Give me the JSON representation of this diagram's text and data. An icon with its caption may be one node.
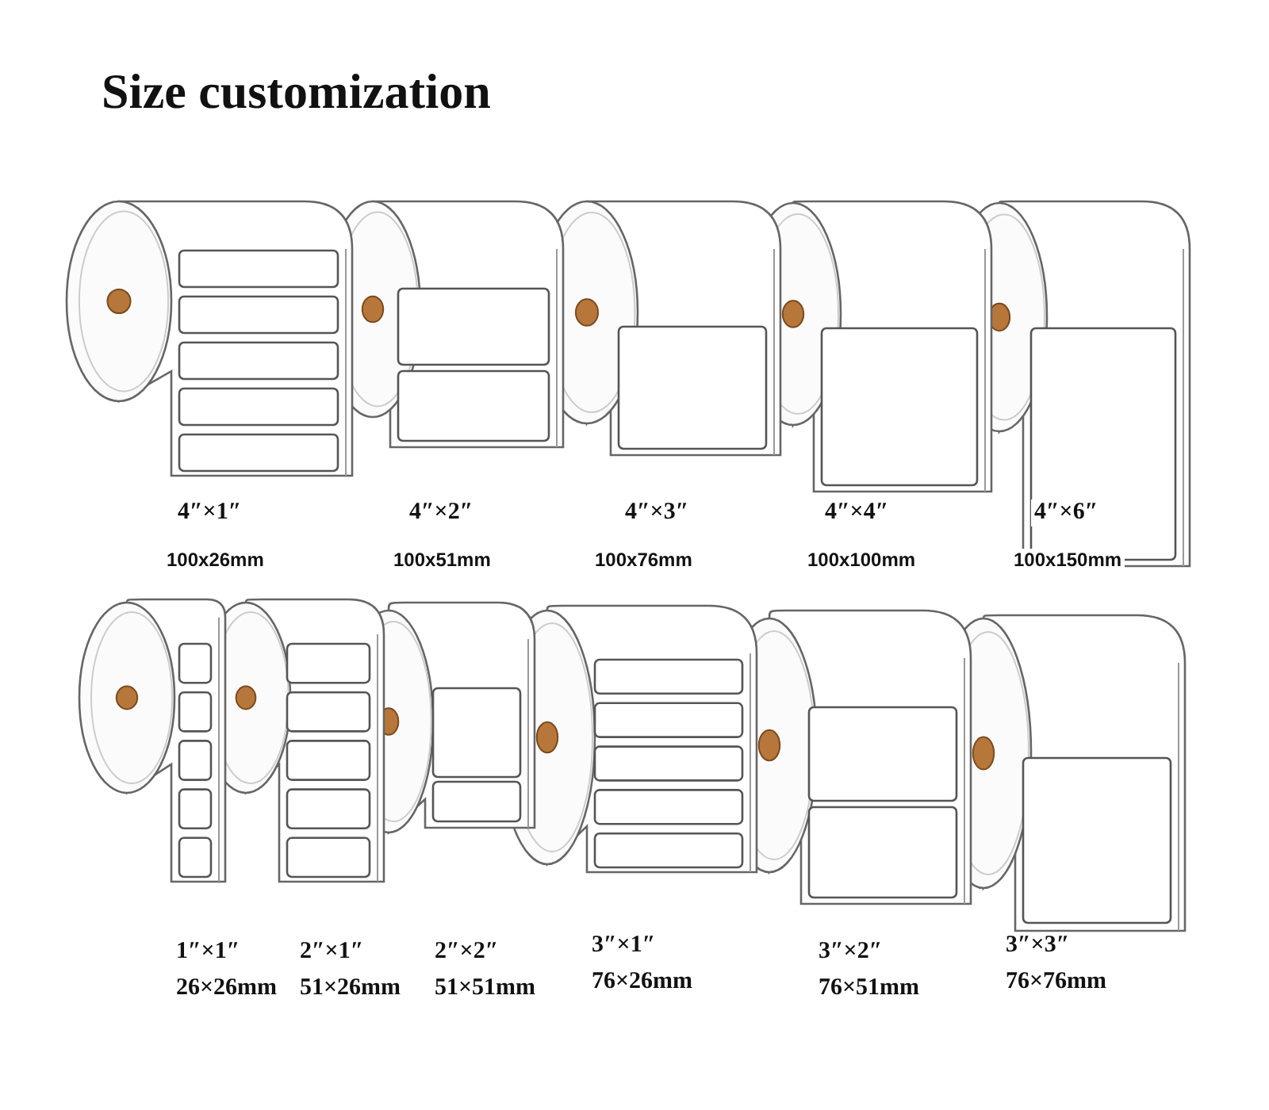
{
  "diagram": {
    "title": "Size customization",
    "labels": [
      "4″×1″",
      "4″×2″",
      "4″×3″",
      "4″×4″",
      "4″×6″",
      "100x26mm",
      "100x51mm",
      "100x76mm",
      "100x100mm",
      "100x150mm",
      "1″×1″",
      "2″×1″",
      "2″×2″",
      "3″×1″",
      "3″×2″",
      "3″×3″",
      "26×26mm",
      "51×26mm",
      "51×51mm",
      "76×26mm",
      "76×51mm",
      "76×76mm"
    ]
  }
}
